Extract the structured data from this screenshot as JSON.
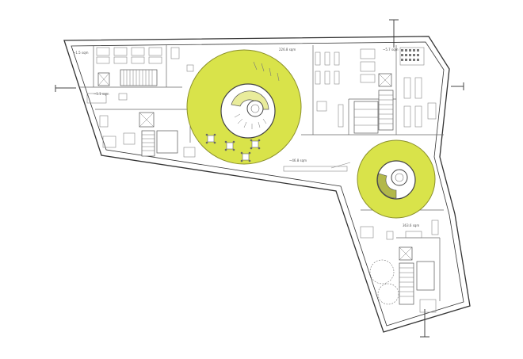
{
  "colors": {
    "atrium": "#d9e34a",
    "atrium_edge": "#8a8f2a",
    "wall": "#333333",
    "line": "#555555",
    "furniture": "#888888",
    "background": "#ffffff"
  },
  "area_labels": [
    "~1.5 sqm",
    "~1.1 sqm",
    "226.8 sqm",
    "~5.7 sqm",
    "~46.8 sqm",
    "363.6 sqm"
  ],
  "icons": [
    "stair-icon",
    "elevator-icon",
    "toilet-icon",
    "table-cluster-icon",
    "atrium-void-icon"
  ]
}
